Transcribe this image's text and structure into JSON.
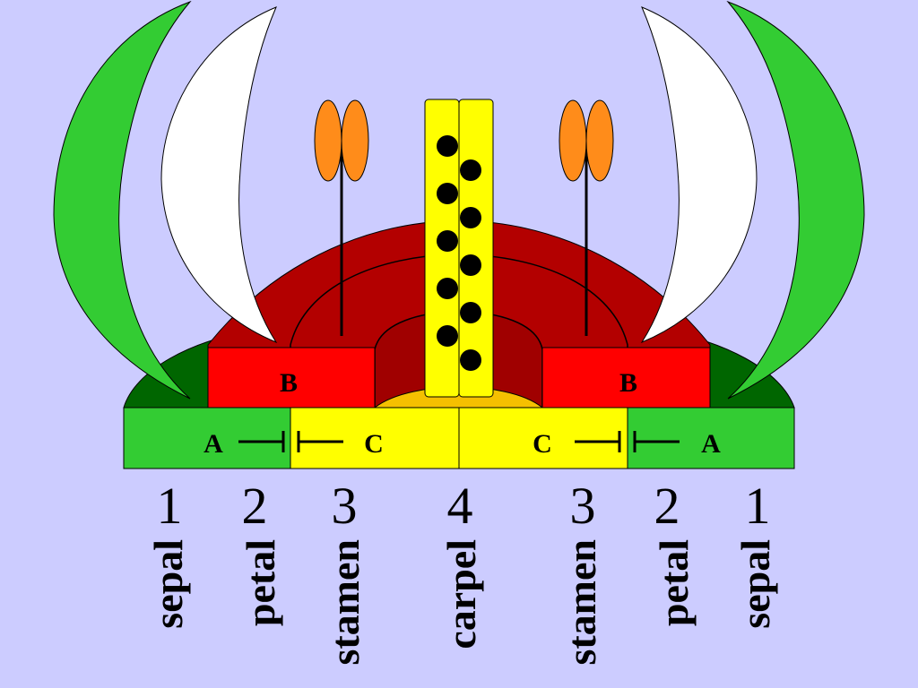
{
  "colors": {
    "background": "#ccccff",
    "sepal": "#33cc33",
    "sepal_base_dark": "#006600",
    "petal": "#ffffff",
    "dome": "#b30000",
    "gene_b": "#ff0000",
    "gene_c": "#ffff00",
    "gene_a": "#33cc33",
    "anther": "#ff8c1a",
    "carpel": "#ffff00",
    "ovule": "#000000",
    "receptacle_gold": "#f5c000"
  },
  "genes": {
    "b_left": "B",
    "b_right": "B",
    "a_left": "A",
    "c_left": "C",
    "c_right": "C",
    "a_right": "A"
  },
  "whorls": [
    {
      "number": "1",
      "organ": "sepal"
    },
    {
      "number": "2",
      "organ": "petal"
    },
    {
      "number": "3",
      "organ": "stamen"
    },
    {
      "number": "4",
      "organ": "carpel"
    },
    {
      "number": "3",
      "organ": "stamen"
    },
    {
      "number": "2",
      "organ": "petal"
    },
    {
      "number": "1",
      "organ": "sepal"
    }
  ]
}
